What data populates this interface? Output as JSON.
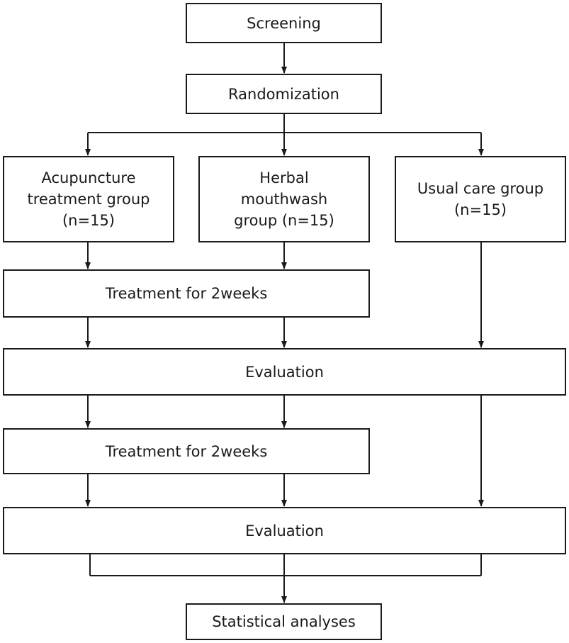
{
  "diagram": {
    "screening": "Screening",
    "randomization": "Randomization",
    "groups": {
      "acupuncture": "Acupuncture\ntreatment group\n(n=15)",
      "herbal": "Herbal\nmouthwash\ngroup (n=15)",
      "usual_care": "Usual care group\n(n=15)"
    },
    "treatment_1": "Treatment for 2weeks",
    "evaluation_1": "Evaluation",
    "treatment_2": "Treatment for 2weeks",
    "evaluation_2": "Evaluation",
    "statistical_analyses": "Statistical analyses"
  }
}
